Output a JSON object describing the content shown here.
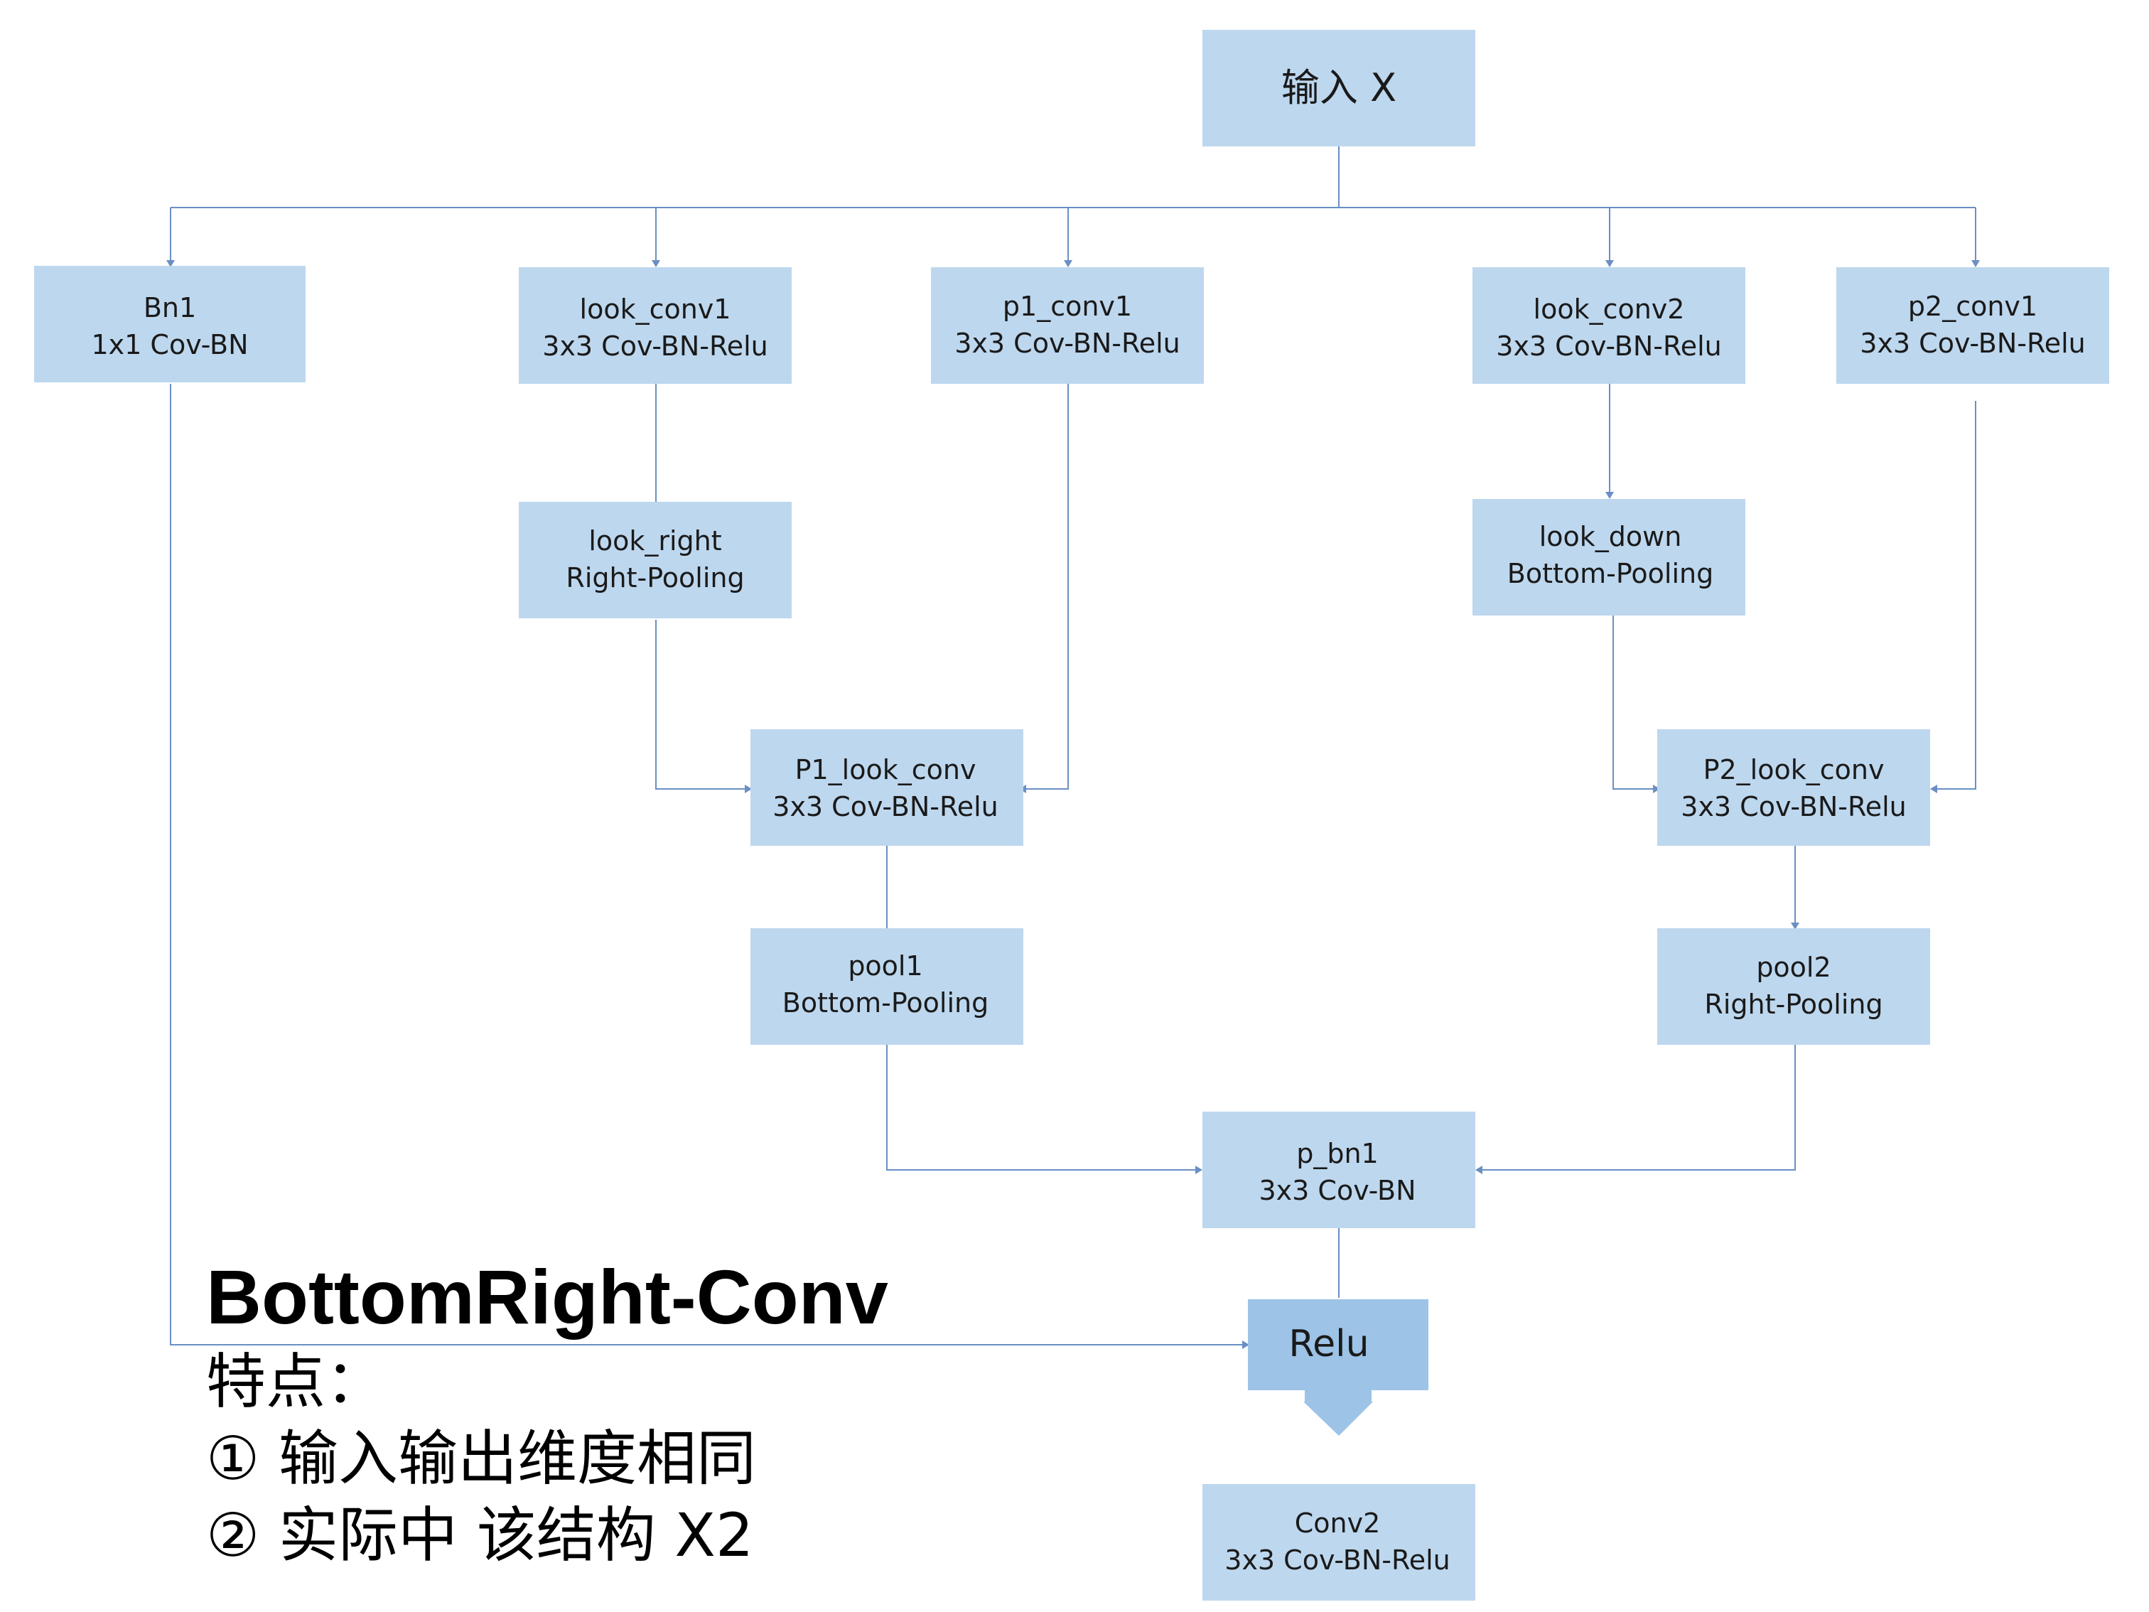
{
  "nodes": {
    "input": {
      "label": "输入 X"
    },
    "bn1": {
      "line1": "Bn1",
      "line2": "1x1 Cov-BN"
    },
    "look_conv1": {
      "line1": "look_conv1",
      "line2": "3x3 Cov-BN-Relu"
    },
    "p1_conv1": {
      "line1": "p1_conv1",
      "line2": "3x3 Cov-BN-Relu"
    },
    "look_conv2": {
      "line1": "look_conv2",
      "line2": "3x3 Cov-BN-Relu"
    },
    "p2_conv1": {
      "line1": "p2_conv1",
      "line2": "3x3 Cov-BN-Relu"
    },
    "look_right": {
      "line1": "look_right",
      "line2": "Right-Pooling"
    },
    "look_down": {
      "line1": "look_down",
      "line2": "Bottom-Pooling"
    },
    "p1_look_conv": {
      "line1": "P1_look_conv",
      "line2": "3x3 Cov-BN-Relu"
    },
    "p2_look_conv": {
      "line1": "P2_look_conv",
      "line2": "3x3 Cov-BN-Relu"
    },
    "pool1": {
      "line1": "pool1",
      "line2": "Bottom-Pooling"
    },
    "pool2": {
      "line1": "pool2",
      "line2": "Right-Pooling"
    },
    "p_bn1": {
      "line1": "p_bn1",
      "line2": "3x3 Cov-BN"
    },
    "relu": {
      "label": "Relu"
    },
    "conv2": {
      "line1": "Conv2",
      "line2": "3x3 Cov-BN-Relu"
    }
  },
  "caption": {
    "title": "BottomRight-Conv",
    "features_label": "特点：",
    "item1": "① 输入输出维度相同",
    "item2": "② 实际中 该结构 X2"
  },
  "colors": {
    "node_fill": "#bdd7ee",
    "relu_fill": "#9dc3e6",
    "edge": "#6a8fc4"
  }
}
